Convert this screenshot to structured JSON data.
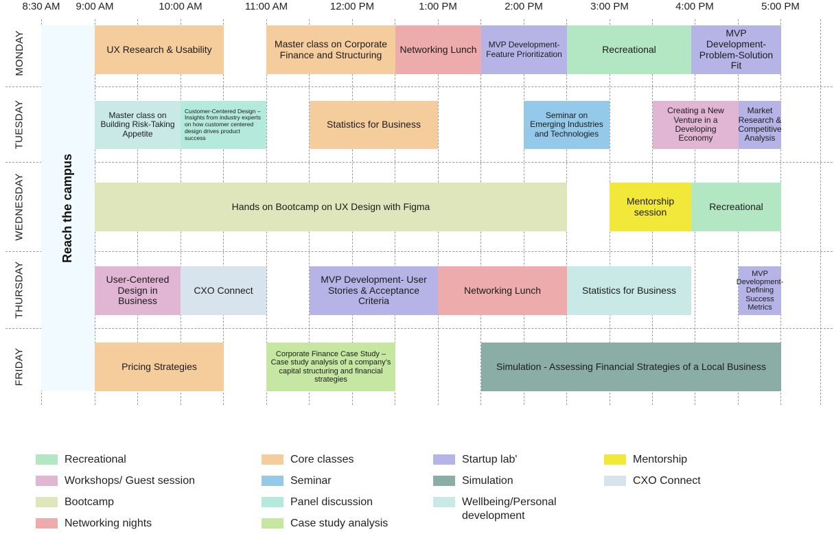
{
  "times": [
    "8:30 AM",
    "9:00 AM",
    "10:00 AM",
    "11:00 AM",
    "12:00 PM",
    "1:00 PM",
    "2:00 PM",
    "3:00 PM",
    "4:00 PM",
    "5:00 PM"
  ],
  "days": [
    "MONDAY",
    "TUESDAY",
    "WEDNESDAY",
    "THURSDAY",
    "FRIDAY"
  ],
  "campus_label": "Reach the campus",
  "colors": {
    "recreational": "#b3e6c2",
    "workshop": "#e1b5d4",
    "bootcamp": "#e0e6bb",
    "networking": "#eeabab",
    "core": "#f5cd9d",
    "seminar": "#94c9ea",
    "panel": "#b3eadb",
    "casestudy": "#c6e7a1",
    "startup": "#b6b4e6",
    "simulation": "#8aaea5",
    "wellbeing": "#c8e9e6",
    "mentorship": "#f2e83a",
    "cxo": "#d7e4ed"
  },
  "events": [
    {
      "day": 0,
      "start": 9.0,
      "end": 10.5,
      "category": "core",
      "label": "UX Research & Usability",
      "size": "fs14"
    },
    {
      "day": 0,
      "start": 11.0,
      "end": 12.5,
      "category": "core",
      "label": "Master class on Corporate Finance and Structuring",
      "size": "fs14"
    },
    {
      "day": 0,
      "start": 12.5,
      "end": 13.5,
      "category": "networking",
      "label": "Networking Lunch",
      "size": "fs14"
    },
    {
      "day": 0,
      "start": 13.5,
      "end": 14.5,
      "category": "startup",
      "label": "MVP Development- Feature Prioritization",
      "size": "fs12"
    },
    {
      "day": 0,
      "start": 14.5,
      "end": 15.95,
      "category": "recreational",
      "label": "Recreational",
      "size": "fs14"
    },
    {
      "day": 0,
      "start": 15.95,
      "end": 17.0,
      "category": "startup",
      "label": "MVP Development- Problem-Solution Fit",
      "size": "fs14"
    },
    {
      "day": 1,
      "start": 9.0,
      "end": 10.0,
      "category": "wellbeing",
      "label": "Master class on Building Risk-Taking Appetite",
      "size": "fs12"
    },
    {
      "day": 1,
      "start": 10.0,
      "end": 11.0,
      "category": "panel",
      "label": "Customer-Centered Design – Insights from industry experts on how customer centered design drives product success",
      "size": "fs9"
    },
    {
      "day": 1,
      "start": 11.5,
      "end": 13.0,
      "category": "core",
      "label": "Statistics for Business",
      "size": "fs14"
    },
    {
      "day": 1,
      "start": 14.0,
      "end": 15.0,
      "category": "seminar",
      "label": "Seminar on Emerging Industries and Technologies",
      "size": "fs12"
    },
    {
      "day": 1,
      "start": 15.5,
      "end": 16.5,
      "category": "workshop",
      "label": "Creating a New Venture in a Developing Economy",
      "size": "fs12"
    },
    {
      "day": 1,
      "start": 16.5,
      "end": 17.0,
      "category": "startup",
      "label": "Market Research & Competitive Analysis",
      "size": "fs12"
    },
    {
      "day": 2,
      "start": 9.0,
      "end": 14.5,
      "category": "bootcamp",
      "label": "Hands on Bootcamp on UX Design with Figma",
      "size": "fs14"
    },
    {
      "day": 2,
      "start": 15.0,
      "end": 15.95,
      "category": "mentorship",
      "label": "Mentorship session",
      "size": "fs14"
    },
    {
      "day": 2,
      "start": 15.95,
      "end": 17.0,
      "category": "recreational",
      "label": "Recreational",
      "size": "fs14"
    },
    {
      "day": 3,
      "start": 9.0,
      "end": 10.0,
      "category": "workshop",
      "label": "User-Centered Design in Business",
      "size": "fs14"
    },
    {
      "day": 3,
      "start": 10.0,
      "end": 11.0,
      "category": "cxo",
      "label": "CXO Connect",
      "size": "fs14"
    },
    {
      "day": 3,
      "start": 11.5,
      "end": 13.0,
      "category": "startup",
      "label": "MVP Development- User Stories & Acceptance Criteria",
      "size": "fs14"
    },
    {
      "day": 3,
      "start": 13.0,
      "end": 14.5,
      "category": "networking",
      "label": "Networking Lunch",
      "size": "fs14"
    },
    {
      "day": 3,
      "start": 14.5,
      "end": 15.95,
      "category": "wellbeing",
      "label": "Statistics for Business",
      "size": "fs14"
    },
    {
      "day": 3,
      "start": 16.5,
      "end": 17.0,
      "category": "startup",
      "label": "MVP Development- Defining Success Metrics",
      "size": "fs11"
    },
    {
      "day": 4,
      "start": 9.0,
      "end": 10.5,
      "category": "core",
      "label": "Pricing Strategies",
      "size": "fs14"
    },
    {
      "day": 4,
      "start": 11.0,
      "end": 12.5,
      "category": "casestudy",
      "label": "Corporate Finance Case Study – Case study analysis of a company’s capital structuring and financial strategies",
      "size": "fs11"
    },
    {
      "day": 4,
      "start": 13.5,
      "end": 17.0,
      "category": "simulation",
      "label": "Simulation - Assessing Financial Strategies of a Local Business",
      "size": "fs14"
    }
  ],
  "legend": [
    {
      "category": "recreational",
      "label": "Recreational"
    },
    {
      "category": "workshop",
      "label": "Workshops/ Guest session"
    },
    {
      "category": "bootcamp",
      "label": "Bootcamp"
    },
    {
      "category": "networking",
      "label": "Networking nights"
    },
    {
      "category": "core",
      "label": "Core classes"
    },
    {
      "category": "seminar",
      "label": "Seminar"
    },
    {
      "category": "panel",
      "label": "Panel discussion"
    },
    {
      "category": "casestudy",
      "label": "Case study analysis"
    },
    {
      "category": "startup",
      "label": "Startup lab'"
    },
    {
      "category": "simulation",
      "label": "Simulation"
    },
    {
      "category": "wellbeing",
      "label": "Wellbeing/Personal development"
    },
    {
      "category": "mentorship",
      "label": "Mentorship"
    },
    {
      "category": "cxo",
      "label": "CXO Connect"
    }
  ]
}
